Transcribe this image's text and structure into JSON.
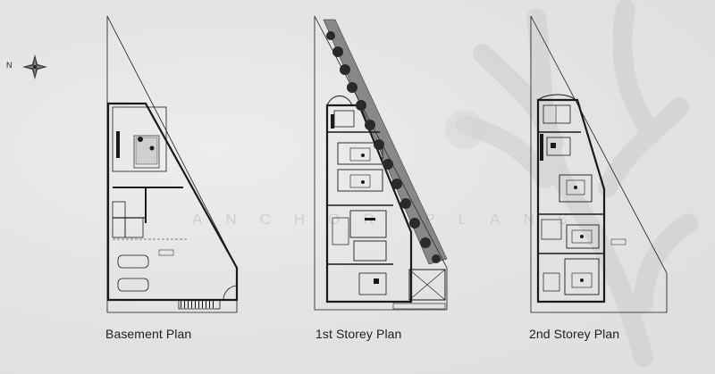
{
  "compass": {
    "label": "N"
  },
  "watermark": "ANCHOR PLANS",
  "plans": [
    {
      "caption": "Basement Plan"
    },
    {
      "caption": "1st Storey Plan"
    },
    {
      "caption": "2nd Storey Plan"
    }
  ],
  "colors": {
    "background": "#e4e4e4",
    "line": "#1a1a1a",
    "tree": "#2a2a2a"
  }
}
